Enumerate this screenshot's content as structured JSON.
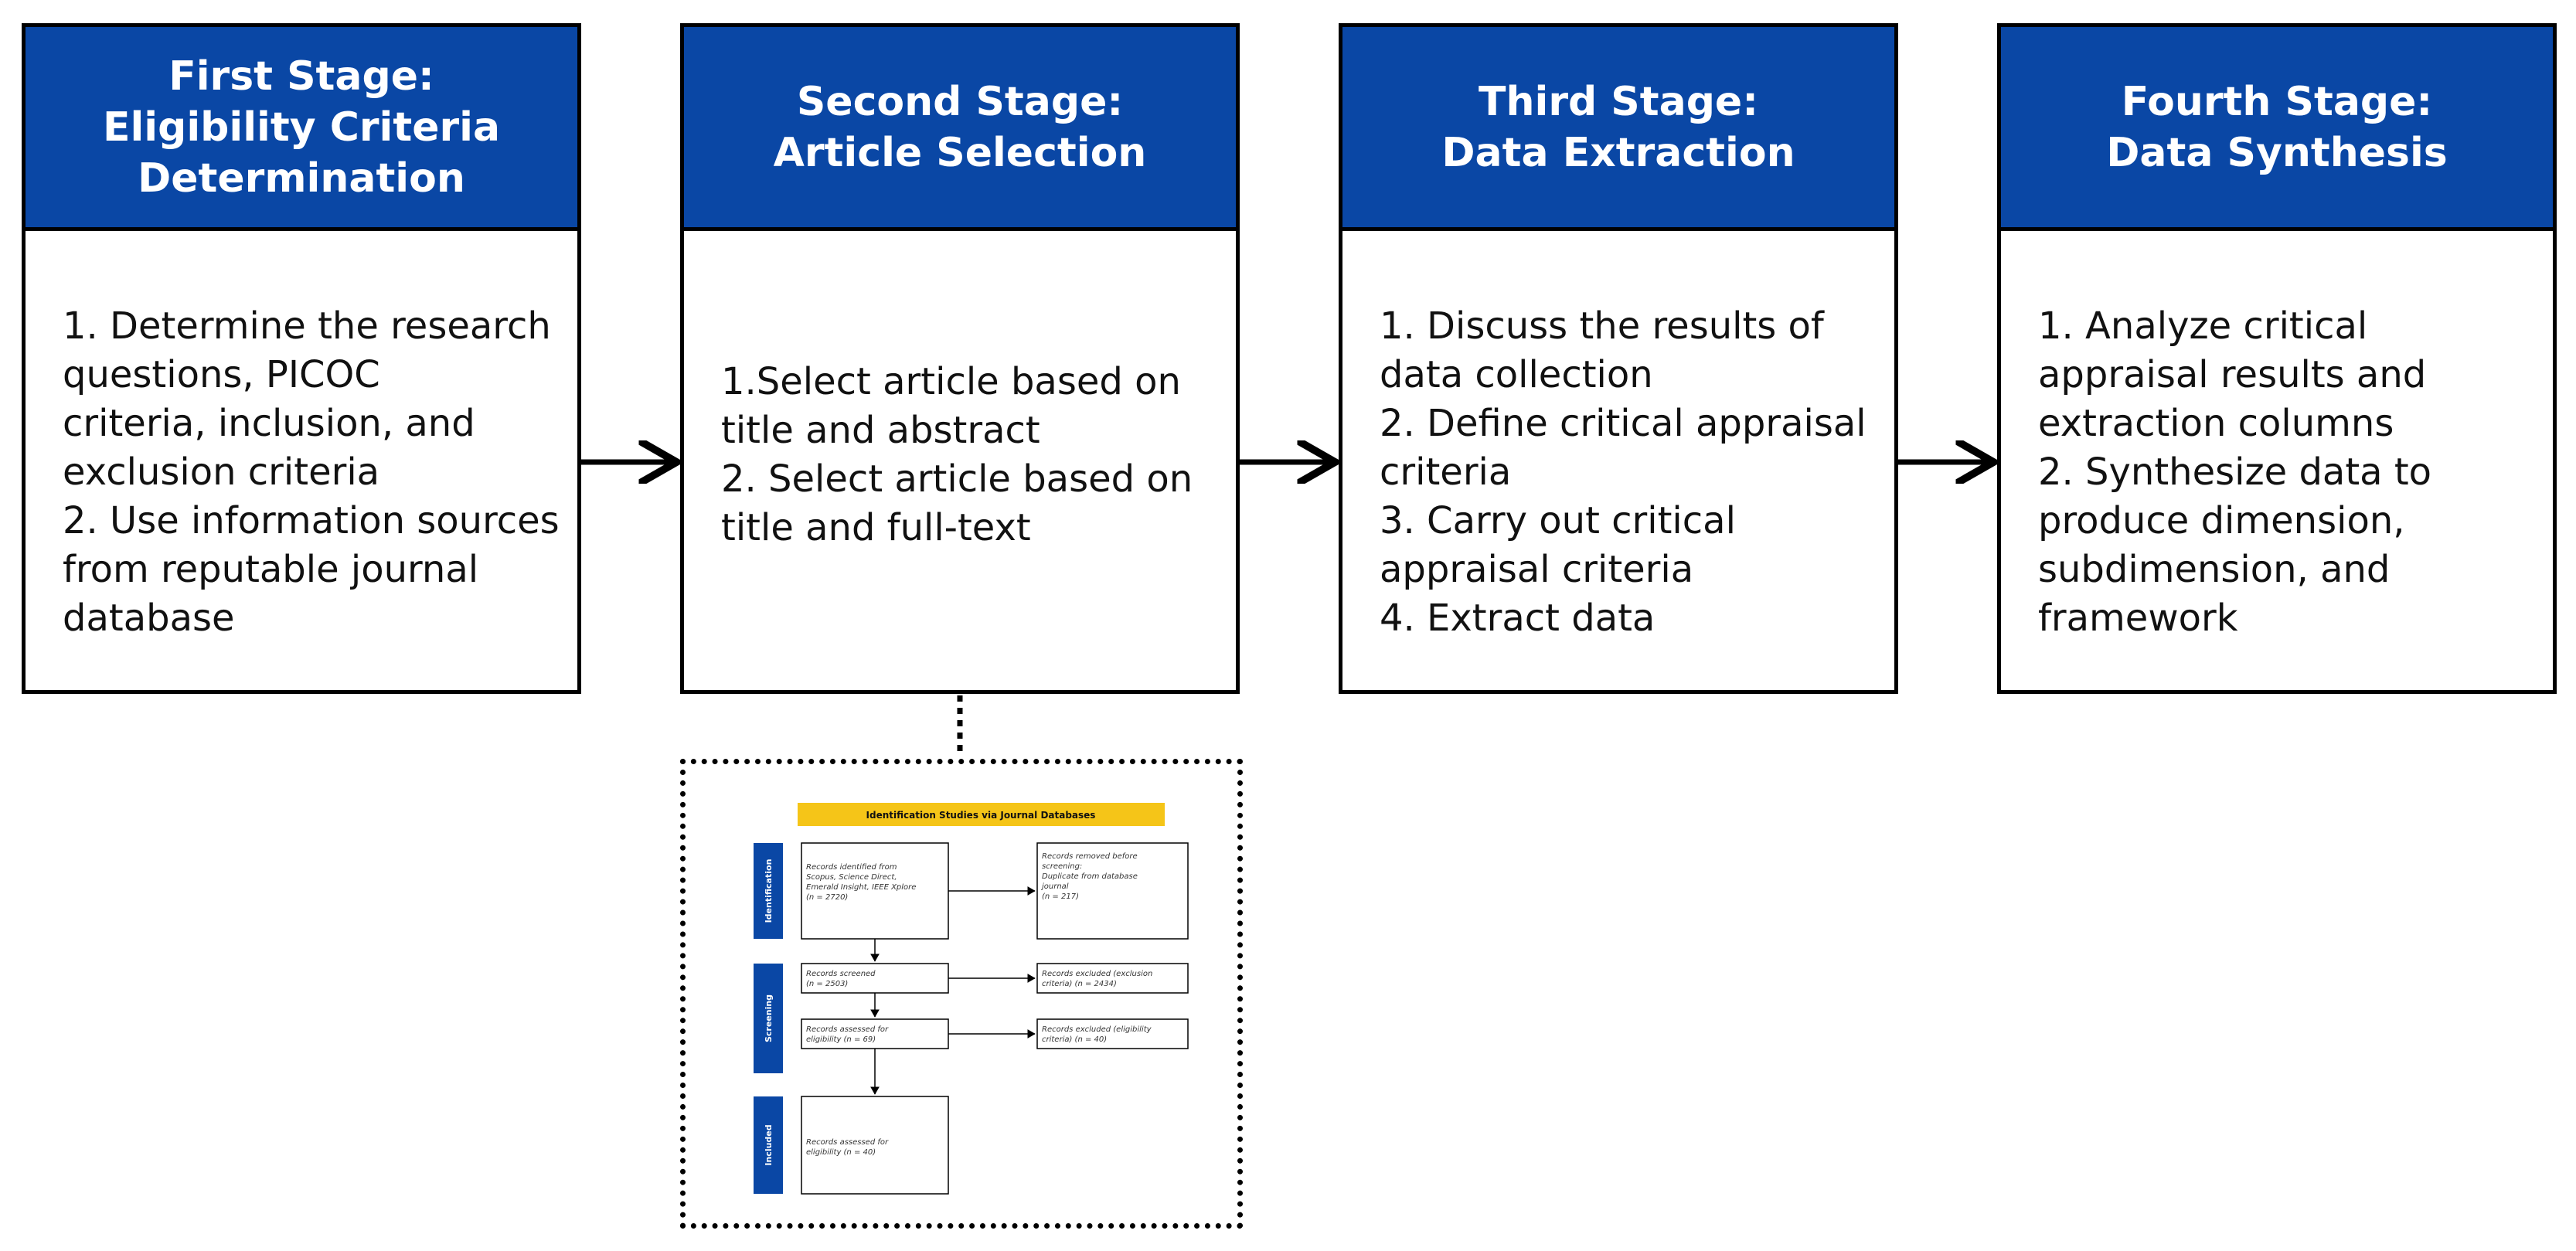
{
  "colors": {
    "header_blue": "#0a47a5",
    "inset_title_yellow": "#f5c518",
    "border": "#000000"
  },
  "stages": [
    {
      "title": "First Stage:\nEligibility Criteria\nDetermination",
      "steps": [
        "1. Determine the research\nquestions, PICOC\ncriteria, inclusion, and\nexclusion criteria",
        "2. Use information sources\nfrom reputable journal\ndatabase"
      ]
    },
    {
      "title": "Second Stage:\nArticle Selection",
      "steps": [
        "1.Select article based on\ntitle and abstract",
        "2. Select article based on\ntitle and full-text"
      ]
    },
    {
      "title": "Third Stage:\nData Extraction",
      "steps": [
        "1. Discuss the results of\ndata collection",
        "2. Define critical appraisal\ncriteria",
        "3. Carry out critical\nappraisal criteria",
        "4. Extract data"
      ]
    },
    {
      "title": "Fourth Stage:\nData Synthesis",
      "steps": [
        "1. Analyze critical\nappraisal results and\nextraction columns",
        "2. Synthesize data to\nproduce dimension,\nsubdimension, and\nframework"
      ]
    }
  ],
  "prisma": {
    "title": "Identification Studies via Journal Databases",
    "phases": [
      "Identification",
      "Screening",
      "Included"
    ],
    "boxes": {
      "identified": "Records identified from\nScopus, Science Direct,\nEmerald Insight, IEEE Xplore\n(n = 2720)",
      "removed": "Records removed before\nscreening:\nDuplicate from database\njournal\n(n = 217)",
      "screened": "Records screened\n(n = 2503)",
      "excluded_inclusion": "Records excluded (exclusion\ncriteria) (n = 2434)",
      "assessed": "Records assessed for\neligibility (n = 69)",
      "excluded_eligibility": "Records excluded (eligibility\ncriteria) (n = 40)",
      "included": "Records assessed for\neligibility (n = 40)"
    }
  }
}
